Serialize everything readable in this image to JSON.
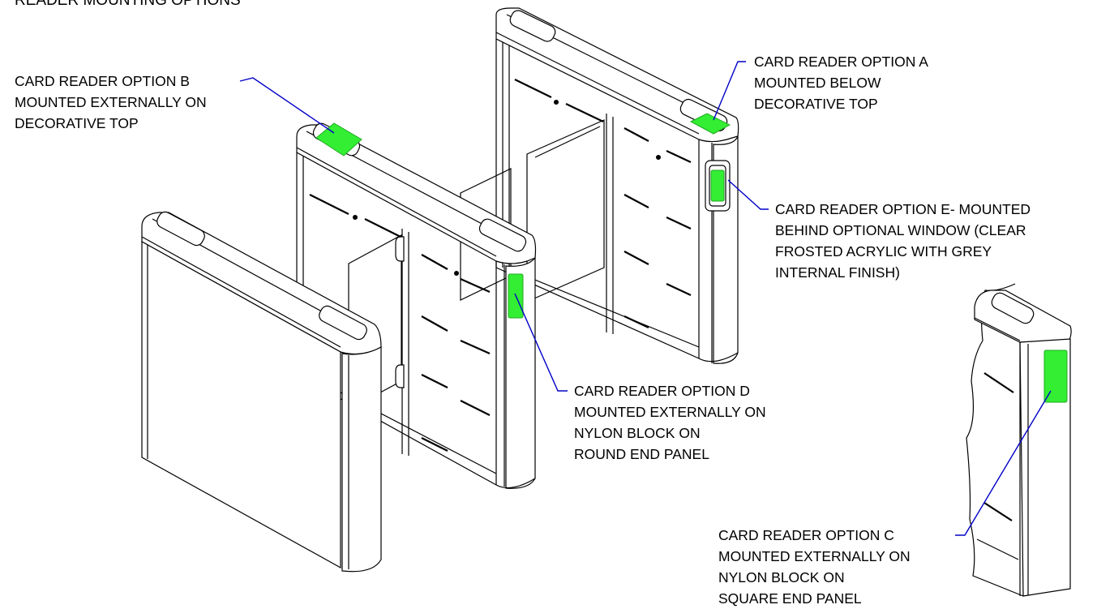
{
  "title": "READER MOUNTING OPTIONS",
  "colors": {
    "reader": "#33ee33",
    "leader": "#0000c8",
    "line": "#000000"
  },
  "options": {
    "a": [
      "CARD READER OPTION A",
      "MOUNTED BELOW",
      "DECORATIVE TOP"
    ],
    "b": [
      "CARD READER OPTION B",
      "MOUNTED EXTERNALLY ON",
      "DECORATIVE TOP"
    ],
    "c": [
      "CARD READER OPTION C",
      "MOUNTED EXTERNALLY ON",
      "NYLON BLOCK ON",
      "SQUARE  END PANEL"
    ],
    "d": [
      "CARD READER OPTION D",
      "MOUNTED EXTERNALLY ON",
      "NYLON BLOCK ON",
      "ROUND END PANEL"
    ],
    "e": [
      "CARD READER OPTION E- MOUNTED",
      "BEHIND OPTIONAL WINDOW (CLEAR",
      "FROSTED ACRYLIC WITH GREY",
      "INTERNAL FINISH)"
    ]
  }
}
